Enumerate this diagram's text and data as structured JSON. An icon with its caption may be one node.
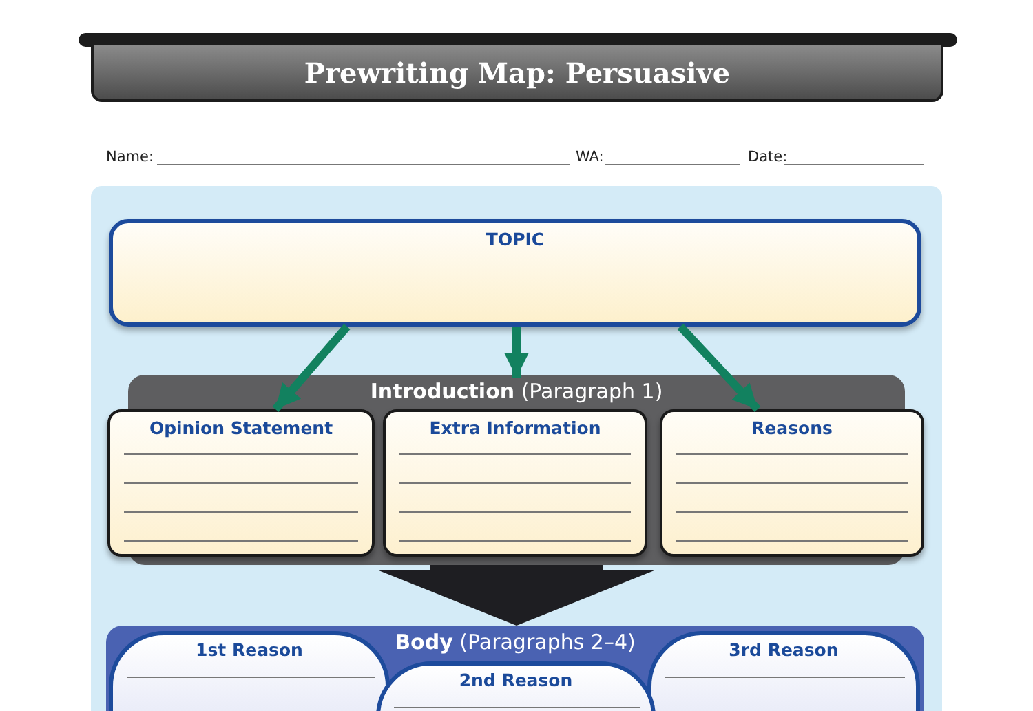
{
  "diagram": {
    "title": "Prewriting Map: Persuasive",
    "nodes": [
      {
        "text": [
          "TOPIC"
        ]
      },
      {
        "text": [
          "**Introduction** (Paragraph 1)"
        ]
      },
      {
        "text": [
          "Opinion Statement"
        ],
        "in": 1
      },
      {
        "text": [
          "Extra Information"
        ],
        "in": 1
      },
      {
        "text": [
          "Reasons"
        ],
        "in": 1
      },
      {
        "text": [
          "**Body** (Paragraphs 2–4)"
        ]
      },
      {
        "text": [
          "1st Reason"
        ],
        "in": 5
      },
      {
        "text": [
          "2nd Reason"
        ],
        "in": 5
      },
      {
        "text": [
          "3rd Reason"
        ],
        "in": 5
      }
    ],
    "edges": [
      {
        "from": 0,
        "to": 2,
        "arrow": "to"
      },
      {
        "from": 0,
        "to": 3,
        "arrow": "to"
      },
      {
        "from": 0,
        "to": 4,
        "arrow": "to"
      },
      {
        "from": 1,
        "to": 5,
        "arrow": "to",
        "style": "thick",
        "color": "#1e1e22"
      }
    ],
    "labels": [
      "Name:",
      "WA:",
      "Date:"
    ]
  }
}
